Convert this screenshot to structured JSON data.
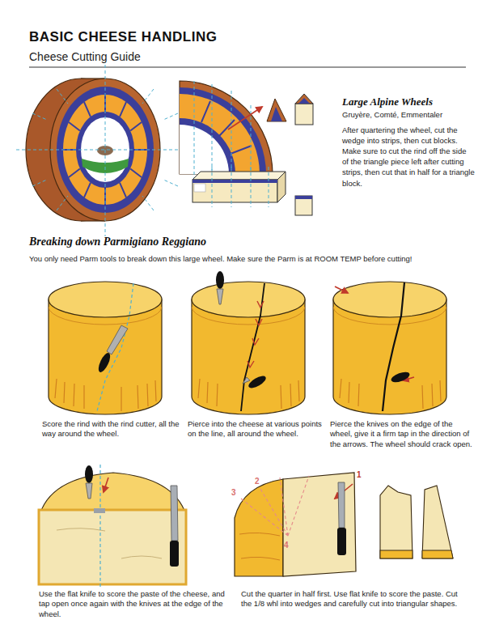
{
  "diagram": {
    "title": "BASIC CHEESE HANDLING",
    "labels": [
      "Cheese Cutting Guide",
      "Large Alpine Wheels",
      "Gruyère, Comté, Emmentaler",
      "After quartering the wheel, cut the wedge into strips, then cut blocks. Make sure to cut the rind off the side of the triangle piece left after cutting strips, then cut that in half for a triangle block.",
      "Breaking down Parmigiano Reggiano",
      "You only need Parm tools to break down this large wheel. Make sure the Parm is at ROOM TEMP before cutting!",
      "Score the rind with the rind cutter, all the way around the wheel.",
      "Pierce into the cheese at various points on the line, all around the wheel.",
      "Pierce the knives on the edge of the wheel, give it a firm tap in the direction of the arrows. The wheel should crack open.",
      "Use the flat knife to score the paste of the cheese, and tap open once again with the knives at the edge of the wheel.",
      "1",
      "2",
      "3",
      "4",
      "Cut the quarter in half first. Use flat knife to score the paste. Cut the 1/8 whl into wedges and carefully cut into triangular shapes."
    ]
  }
}
